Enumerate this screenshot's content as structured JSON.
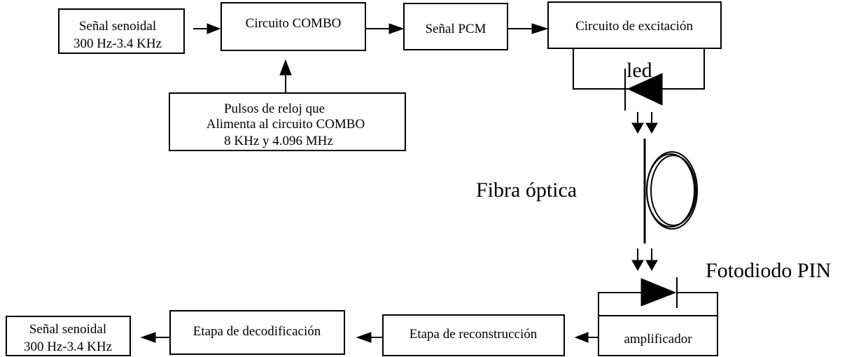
{
  "blocks": {
    "input_signal": {
      "line1": "Señal senoidal",
      "line2": "300 Hz-3.4 KHz"
    },
    "combo": {
      "label": "Circuito COMBO"
    },
    "pcm": {
      "label": "Señal PCM"
    },
    "excitation": {
      "label": "Circuito de excitación"
    },
    "clock": {
      "line1": "Pulsos de reloj que",
      "line2": "Alimenta al circuito COMBO",
      "line3": "8 KHz y 4.096 MHz"
    },
    "amplifier": {
      "label": "amplificador"
    },
    "reconstruction": {
      "label": "Etapa de reconstrucción"
    },
    "decoding": {
      "label": "Etapa de decodificación"
    },
    "output_signal": {
      "line1": "Señal senoidal",
      "line2": "300 Hz-3.4 KHz"
    }
  },
  "labels": {
    "led": "led",
    "fiber": "Fibra óptica",
    "photodiode": "Fotodiodo PIN"
  }
}
